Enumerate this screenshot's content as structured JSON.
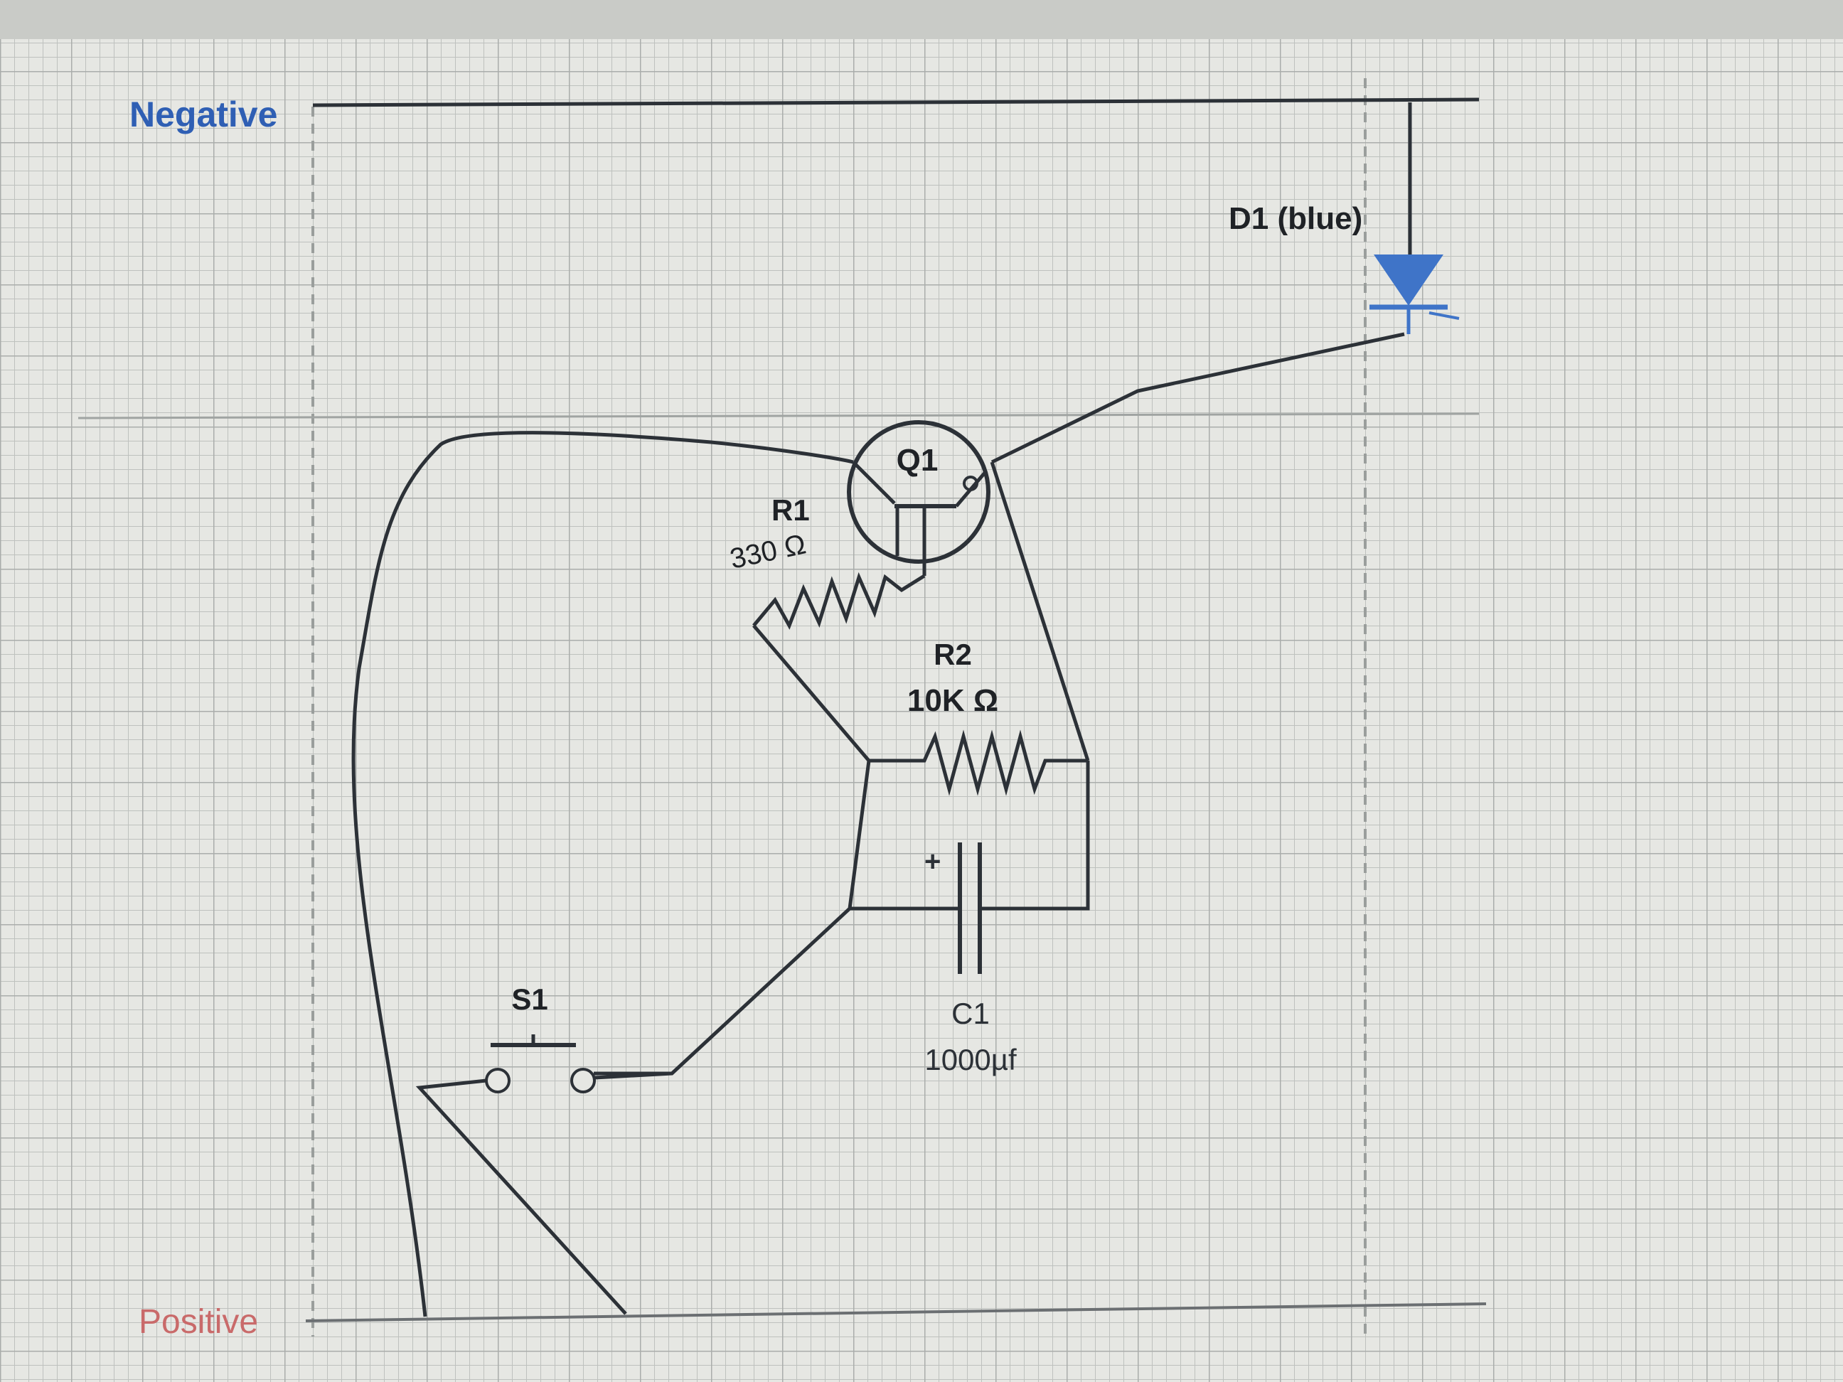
{
  "rails": {
    "negative_label": "Negative",
    "positive_label": "Positive"
  },
  "components": {
    "d1": {
      "label": "D1 (blue)"
    },
    "q1": {
      "label": "Q1"
    },
    "r1": {
      "label": "R1",
      "value": "330 Ω"
    },
    "r2": {
      "label": "R2",
      "value": "10K Ω"
    },
    "c1": {
      "label": "C1",
      "value": "1000µf",
      "polarity": "+"
    },
    "s1": {
      "label": "S1"
    }
  },
  "colors": {
    "negative_label": "#2f5fb4",
    "positive_label": "#c96a6a",
    "diode": "#3f74c8",
    "wire": "#2c3137",
    "grid_minor": "#b8bcb9",
    "grid_major": "#a2a6a4"
  }
}
